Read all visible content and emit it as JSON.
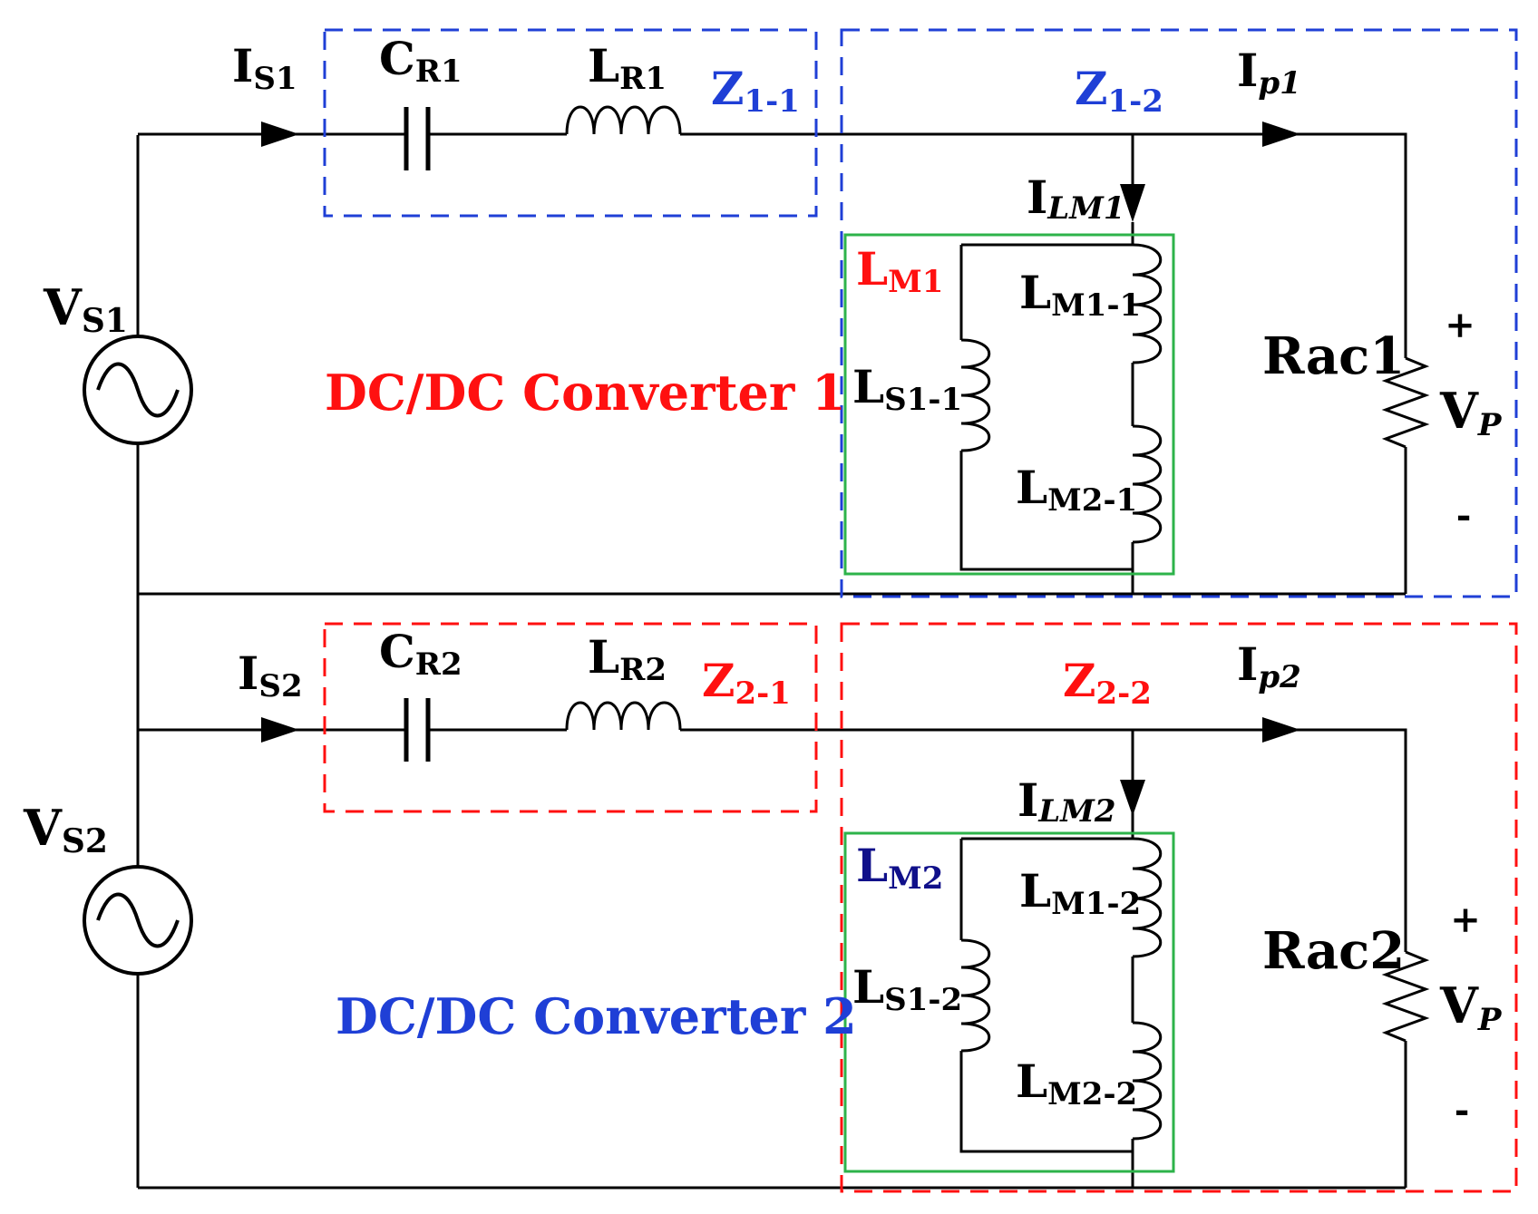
{
  "converter1": {
    "label": "DC/DC Converter 1",
    "source": {
      "base": "V",
      "sub": "S1"
    },
    "input_current": {
      "base": "I",
      "sub": "S1"
    },
    "resonant_capacitor": {
      "base": "C",
      "sub": "R1"
    },
    "resonant_inductor": {
      "base": "L",
      "sub": "R1"
    },
    "z_series": {
      "base": "Z",
      "sub": "1-1"
    },
    "z_parallel": {
      "base": "Z",
      "sub": "1-2"
    },
    "output_current": {
      "base": "I",
      "sub": "p1"
    },
    "magnetizing_current": {
      "base": "I",
      "sub": "LM1"
    },
    "magnetizing_group": {
      "base": "L",
      "sub": "M1"
    },
    "coil_lm1": {
      "base": "L",
      "sub": "M1-1"
    },
    "coil_lm2": {
      "base": "L",
      "sub": "M2-1"
    },
    "coil_ls": {
      "base": "L",
      "sub": "S1-1"
    },
    "load": {
      "base": "R",
      "rest": "ac1"
    },
    "voltage": {
      "base": "V",
      "sub": "P",
      "plus": "+",
      "minus": "-"
    }
  },
  "converter2": {
    "label": "DC/DC Converter 2",
    "source": {
      "base": "V",
      "sub": "S2"
    },
    "input_current": {
      "base": "I",
      "sub": "S2"
    },
    "resonant_capacitor": {
      "base": "C",
      "sub": "R2"
    },
    "resonant_inductor": {
      "base": "L",
      "sub": "R2"
    },
    "z_series": {
      "base": "Z",
      "sub": "2-1"
    },
    "z_parallel": {
      "base": "Z",
      "sub": "2-2"
    },
    "output_current": {
      "base": "I",
      "sub": "p2"
    },
    "magnetizing_current": {
      "base": "I",
      "sub": "LM2"
    },
    "magnetizing_group": {
      "base": "L",
      "sub": "M2"
    },
    "coil_lm1": {
      "base": "L",
      "sub": "M1-2"
    },
    "coil_lm2": {
      "base": "L",
      "sub": "M2-2"
    },
    "coil_ls": {
      "base": "L",
      "sub": "S1-2"
    },
    "load": {
      "base": "R",
      "rest": "ac2"
    },
    "voltage": {
      "base": "V",
      "sub": "P",
      "plus": "+",
      "minus": "-"
    }
  },
  "colors": {
    "wire": "#000000",
    "blue": "#1f3fd6",
    "red": "#ff1010",
    "green": "#2db34a",
    "navy": "#10108a"
  }
}
